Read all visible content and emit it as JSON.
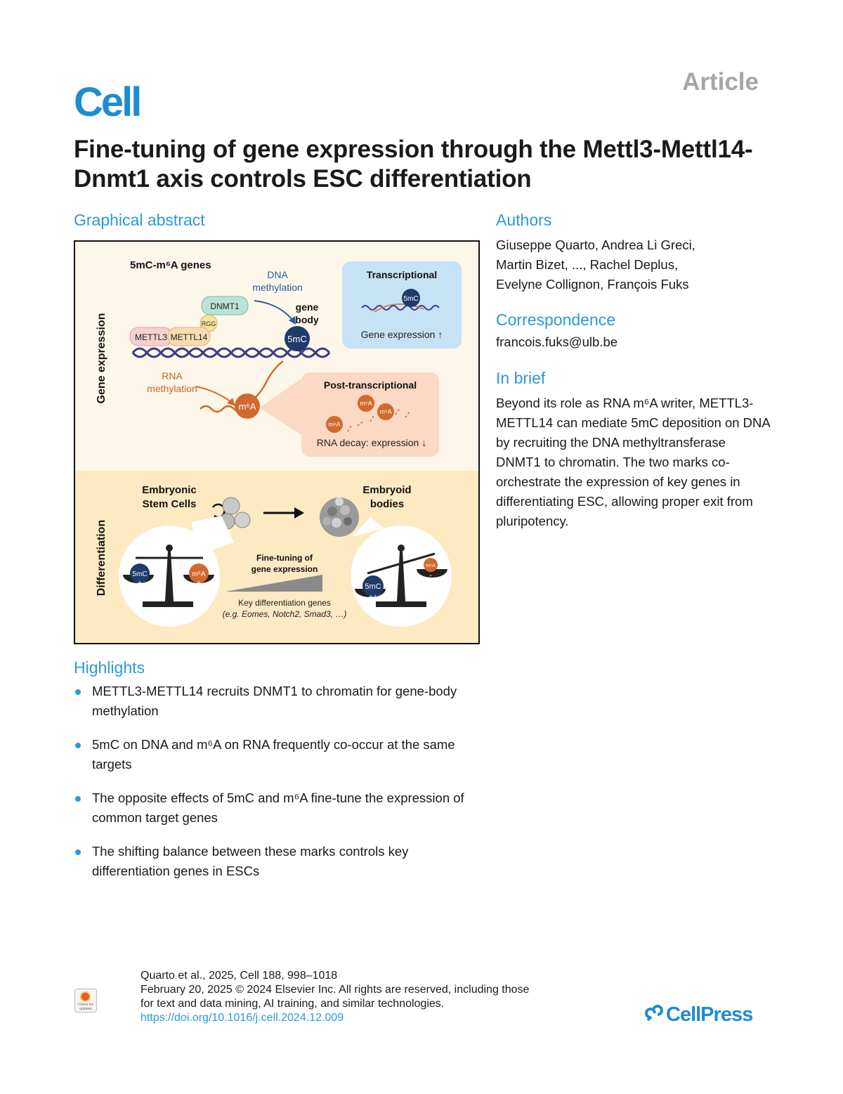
{
  "header": {
    "journal": "Cell",
    "type": "Article"
  },
  "title": "Fine-tuning of gene expression through the Mettl3-Mettl14-Dnmt1 axis controls ESC differentiation",
  "graphical_abstract": {
    "heading": "Graphical abstract",
    "top_title": "5mC-m⁶A genes",
    "side_gene_expression": "Gene expression",
    "side_differentiation": "Differentiation",
    "dna_methylation": [
      "DNA",
      "methylation"
    ],
    "gene_body": [
      "gene",
      "body"
    ],
    "dnmt1": "DNMT1",
    "rgg": "RGG",
    "mettl3": "METTL3",
    "mettl14": "METTL14",
    "mark_5mc": "5mC",
    "mark_m6a": "m⁶A",
    "rna_methylation": [
      "RNA",
      "methylation"
    ],
    "transcriptional": "Transcriptional",
    "gene_expression_up": "Gene expression ↑",
    "post_transcriptional": "Post-transcriptional",
    "rna_decay": "RNA decay: expression ↓",
    "esc": [
      "Embryonic",
      "Stem Cells"
    ],
    "eb": [
      "Embryoid",
      "bodies"
    ],
    "fine_tuning": [
      "Fine-tuning of",
      "gene expression"
    ],
    "key_genes": "Key differentiation genes",
    "key_genes_eg": "(e.g. Eomes, Notch2, Smad3, …)",
    "plus": "+",
    "plusplus": "++",
    "minus": "-"
  },
  "authors": {
    "heading": "Authors",
    "lines": [
      "Giuseppe Quarto, Andrea Li Greci,",
      "Martin Bizet, ..., Rachel Deplus,",
      "Evelyne Collignon, François Fuks"
    ]
  },
  "correspondence": {
    "heading": "Correspondence",
    "email": "francois.fuks@ulb.be"
  },
  "in_brief": {
    "heading": "In brief",
    "text": "Beyond its role as RNA m⁶A writer, METTL3-METTL14 can mediate 5mC deposition on DNA by recruiting the DNA methyltransferase DNMT1 to chromatin. The two marks co-orchestrate the expression of key genes in differentiating ESC, allowing proper exit from pluripotency."
  },
  "highlights": {
    "heading": "Highlights",
    "items": [
      "METTL3-METTL14 recruits DNMT1 to chromatin for gene-body methylation",
      "5mC on DNA and m⁶A on RNA frequently co-occur at the same targets",
      "The opposite effects of 5mC and m⁶A fine-tune the expression of common target genes",
      "The shifting balance between these marks controls key differentiation genes in ESCs"
    ]
  },
  "footer": {
    "citation": "Quarto et al., 2025, Cell 188, 998–1018",
    "line2": "February 20, 2025 © 2024 Elsevier Inc. All rights are reserved, including those",
    "line3": "for text and data mining, AI training, and similar technologies.",
    "doi": "https://doi.org/10.1016/j.cell.2024.12.009",
    "check_label": "Check for updates",
    "publisher": "CellPress"
  },
  "colors": {
    "accent_blue": "#2a9ad4",
    "logo_blue": "#1f8bd0",
    "mark_5mc": "#1f3a6b",
    "mark_m6a": "#d2692e",
    "panel_bg": "#fdf7ea"
  }
}
